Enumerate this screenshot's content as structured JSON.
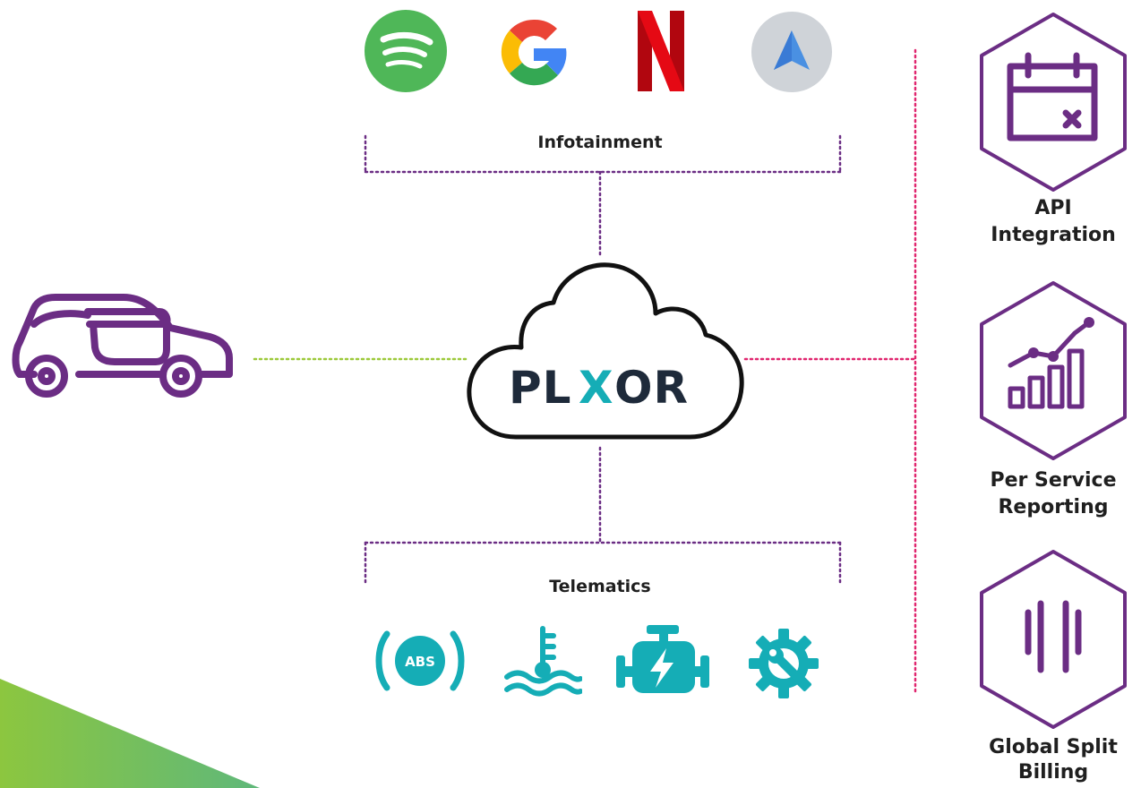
{
  "hub": {
    "brand_pre": "PL",
    "brand_x": "X",
    "brand_post": "OR"
  },
  "infotainment": {
    "label": "Infotainment",
    "icons": [
      "spotify-icon",
      "google-icon",
      "netflix-icon",
      "android-auto-icon"
    ]
  },
  "telematics": {
    "label": "Telematics",
    "icons": [
      "abs-icon",
      "coolant-temperature-icon",
      "engine-icon",
      "maintenance-gear-icon"
    ],
    "abs_text": "ABS"
  },
  "features": [
    {
      "label_line1": "API",
      "label_line2": "Integration",
      "icon": "calendar-icon"
    },
    {
      "label_line1": "Per Service",
      "label_line2": "Reporting",
      "icon": "bar-chart-icon"
    },
    {
      "label_line1": "Global Split",
      "label_line2": "Billing",
      "icon": "split-lines-icon"
    }
  ],
  "colors": {
    "purple": "#6b2d84",
    "teal": "#15adb6",
    "pink": "#e0266f",
    "lime": "#9cc93a",
    "dark": "#1e2a3a",
    "spotify": "#4fb758",
    "netflix": "#d8141c"
  }
}
